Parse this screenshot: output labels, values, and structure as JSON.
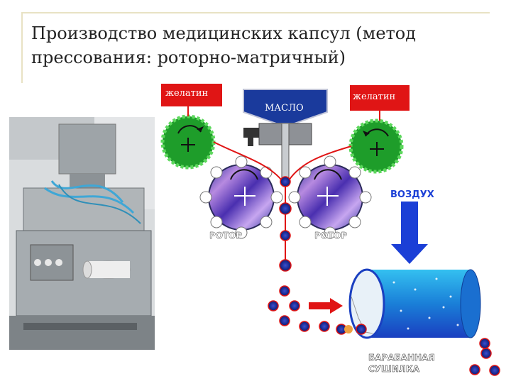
{
  "slide": {
    "title": "Производство медицинских капсул (метод прессования: роторно-матричный)"
  },
  "diagram": {
    "label_gelatin_left": "желатин",
    "label_gelatin_right": "желатин",
    "label_oil": "МАСЛО",
    "label_rotor_left": "РОТОР",
    "label_rotor_right": "РОТОР",
    "label_air": "ВОЗДУХ",
    "label_dryer_line1": "БАРАБАННАЯ",
    "label_dryer_line2": "СУШИЛКА",
    "colors": {
      "gelatin": "#e01515",
      "oil": "#1a3a9c",
      "roller": "#1e9d2a",
      "air_arrow": "#1b3fd6",
      "capsule": "#0d1a70",
      "drum": "#1e8fe0"
    }
  },
  "photo": {
    "icon": "capsule-machine-photo"
  }
}
